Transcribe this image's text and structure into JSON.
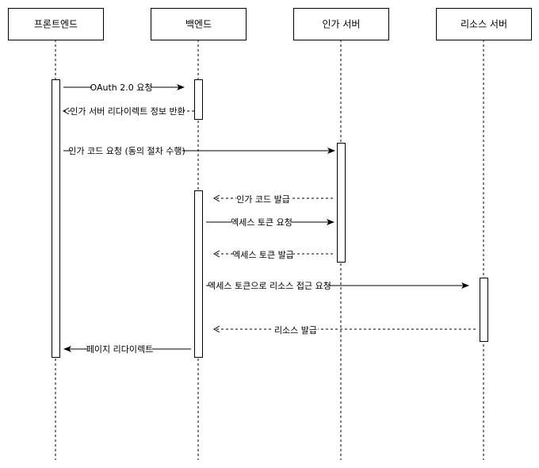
{
  "actors": [
    {
      "id": "fe",
      "label": "프론트엔드"
    },
    {
      "id": "be",
      "label": "백엔드"
    },
    {
      "id": "auth",
      "label": "인가 서버"
    },
    {
      "id": "res",
      "label": "리소스 서버"
    }
  ],
  "messages": [
    {
      "from": "fe",
      "to": "be",
      "label": "OAuth 2.0 요청",
      "style": "solid",
      "head": "filled"
    },
    {
      "from": "be",
      "to": "fe",
      "label": "인가 서버 리다이렉트 정보 반환",
      "style": "dashed",
      "head": "open"
    },
    {
      "from": "fe",
      "to": "auth",
      "label": "인가 코드 요청 (동의 절차 수행)",
      "style": "solid",
      "head": "filled"
    },
    {
      "from": "auth",
      "to": "be",
      "label": "인가 코드 발급",
      "style": "dashed",
      "head": "open"
    },
    {
      "from": "be",
      "to": "auth",
      "label": "엑세스 토큰 요청",
      "style": "solid",
      "head": "filled"
    },
    {
      "from": "auth",
      "to": "be",
      "label": "엑세스 토큰 발급",
      "style": "dashed",
      "head": "open"
    },
    {
      "from": "be",
      "to": "res",
      "label": "엑세스 토큰으로 리소스 접근 요청",
      "style": "solid",
      "head": "filled"
    },
    {
      "from": "res",
      "to": "be",
      "label": "리소스 발급",
      "style": "dashed",
      "head": "open"
    },
    {
      "from": "be",
      "to": "fe",
      "label": "페이지 리다이렉트",
      "style": "solid",
      "head": "filled"
    }
  ]
}
